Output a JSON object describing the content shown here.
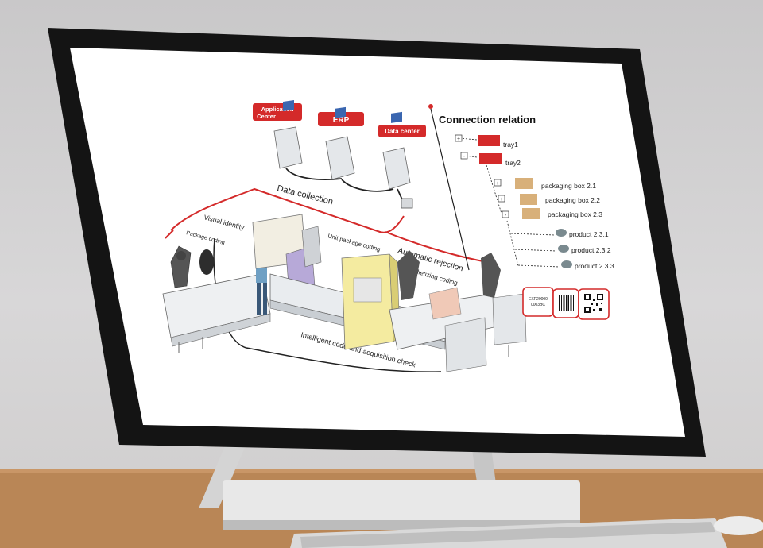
{
  "screen": {
    "top_boxes": {
      "app_center_line1": "Application",
      "app_center_line2": "Center",
      "erp": "ERP",
      "data_center": "Data center"
    },
    "flow_labels": {
      "data_collection": "Data collection",
      "visual_identity": "Visual identity",
      "package_coding": "Package coding",
      "unit_package_coding": "Unit package coding",
      "automatic_rejection": "Automatic rejection",
      "palletizing_coding": "Palletizing coding",
      "intelligent_check": "Intelligent code and acquisition check"
    },
    "connection": {
      "title": "Connection relation",
      "tray1": "tray1",
      "tray2": "tray2",
      "box1": "packaging box 2.1",
      "box2": "packaging box 2.2",
      "box3": "packaging box  2.3",
      "prod1": "product 2.3.1",
      "prod2": "product 2.3.2",
      "prod3": "product 2.3.3"
    },
    "code_card_text_line1": "EXP20000",
    "code_card_text_line2": "0003BC"
  },
  "colors": {
    "accent_red": "#d42a2a",
    "bezel": "#141414",
    "stand": "#bdbdbd",
    "desk": "#b07a4a"
  }
}
